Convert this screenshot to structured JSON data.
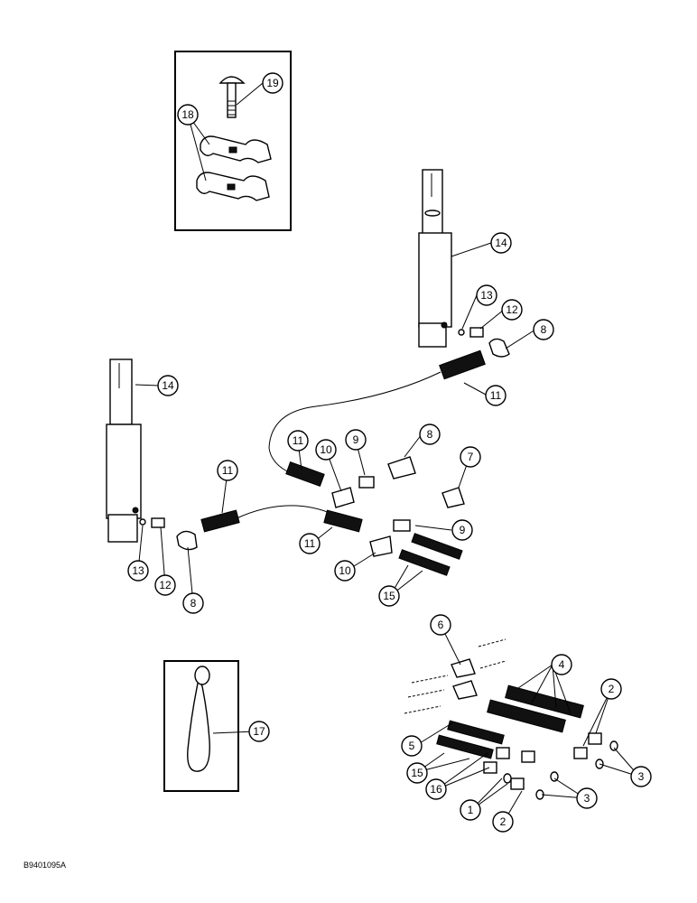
{
  "figure_ref": "B9401095A",
  "callouts": [
    "19",
    "18",
    "14",
    "13",
    "12",
    "8",
    "11",
    "14",
    "11",
    "10",
    "9",
    "8",
    "7",
    "11",
    "13",
    "12",
    "8",
    "11",
    "10",
    "9",
    "15",
    "6",
    "4",
    "2",
    "5",
    "15",
    "16",
    "1",
    "2",
    "3",
    "3",
    "17"
  ]
}
